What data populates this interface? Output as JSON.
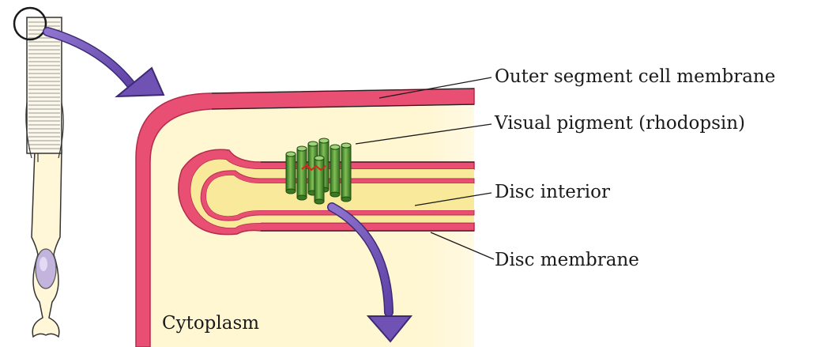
{
  "diagram": {
    "labels": {
      "outer_segment_membrane": "Outer segment cell membrane",
      "visual_pigment": "Visual pigment (rhodopsin)",
      "disc_interior": "Disc interior",
      "disc_membrane": "Disc membrane",
      "cytoplasm": "Cytoplasm"
    }
  },
  "colors": {
    "background": "#ffffff",
    "cytoplasm": "#fff6d2",
    "disc_interior": "#f9e99a",
    "membrane": "#e84f73",
    "membrane_dark": "#b32c4c",
    "rhodopsin": "#4b8a2a",
    "rhodopsin_dark": "#234d14",
    "arrow": "#7758b8",
    "arrow_dark": "#3d2a73",
    "rod_body": "#fff7d8",
    "nucleus": "#c3b4de"
  }
}
